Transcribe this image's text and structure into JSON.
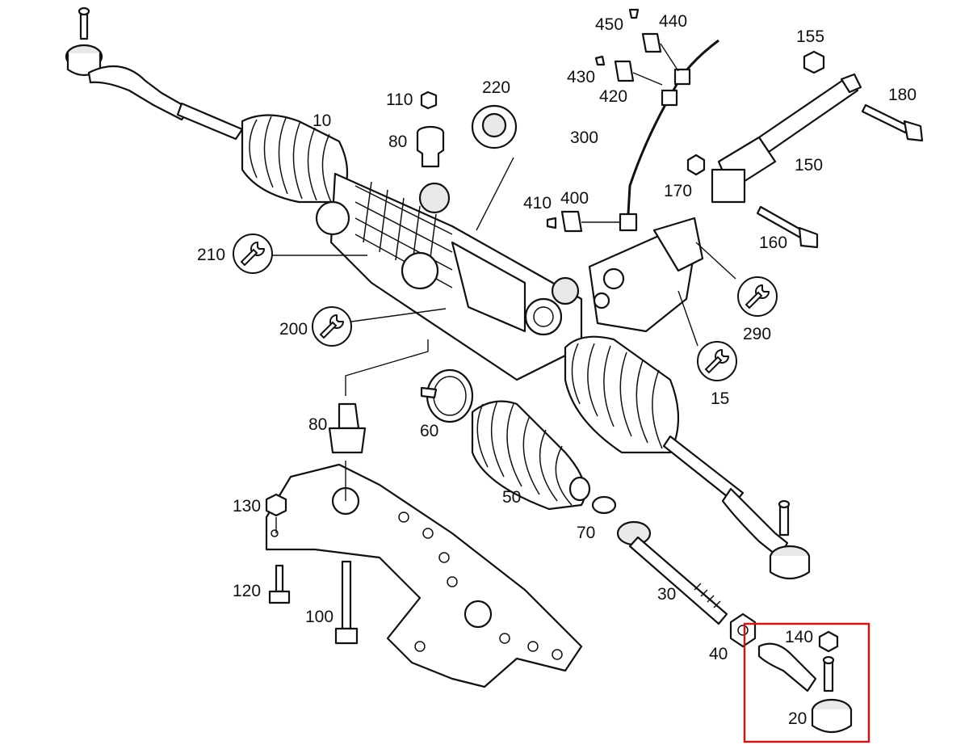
{
  "diagram": {
    "callouts": [
      {
        "id": "p10",
        "label": "10"
      },
      {
        "id": "p15",
        "label": "15"
      },
      {
        "id": "p20",
        "label": "20"
      },
      {
        "id": "p30",
        "label": "30"
      },
      {
        "id": "p40",
        "label": "40"
      },
      {
        "id": "p50",
        "label": "50"
      },
      {
        "id": "p60",
        "label": "60"
      },
      {
        "id": "p70",
        "label": "70"
      },
      {
        "id": "p80a",
        "label": "80"
      },
      {
        "id": "p80b",
        "label": "80"
      },
      {
        "id": "p100",
        "label": "100"
      },
      {
        "id": "p110",
        "label": "110"
      },
      {
        "id": "p120",
        "label": "120"
      },
      {
        "id": "p130",
        "label": "130"
      },
      {
        "id": "p140",
        "label": "140"
      },
      {
        "id": "p150",
        "label": "150"
      },
      {
        "id": "p155",
        "label": "155"
      },
      {
        "id": "p160",
        "label": "160"
      },
      {
        "id": "p170",
        "label": "170"
      },
      {
        "id": "p180",
        "label": "180"
      },
      {
        "id": "p200",
        "label": "200"
      },
      {
        "id": "p210",
        "label": "210"
      },
      {
        "id": "p220",
        "label": "220"
      },
      {
        "id": "p290",
        "label": "290"
      },
      {
        "id": "p300",
        "label": "300"
      },
      {
        "id": "p400",
        "label": "400"
      },
      {
        "id": "p410",
        "label": "410"
      },
      {
        "id": "p420",
        "label": "420"
      },
      {
        "id": "p430",
        "label": "430"
      },
      {
        "id": "p440",
        "label": "440"
      },
      {
        "id": "p450",
        "label": "450"
      }
    ],
    "torque_symbol": "wrench-in-circle-icon",
    "highlight_color": "#c41a1a"
  }
}
